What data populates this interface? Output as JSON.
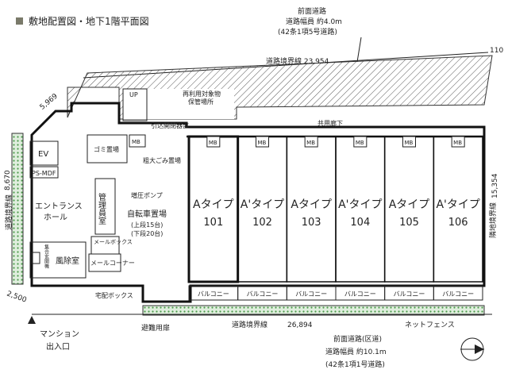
{
  "title": "敷地配置図・地下1階平面図",
  "top_road": {
    "name": "前面道路",
    "width": "道路幅員 約4.0m",
    "law": "(42条1項5号道路)"
  },
  "bottom_road": {
    "name": "前面道路(区道)",
    "width": "道路幅員 約10.1m",
    "law": "(42条1項1号道路)"
  },
  "dimensions": {
    "top_boundary": "道路境界線 23,954",
    "top_left": "5,969",
    "top_right": "110",
    "left_boundary_label": "道路境界線",
    "left_boundary_value": "8,670",
    "bottom_left": "2,500",
    "bottom_boundary_label": "道路境界線",
    "bottom_boundary_value": "26,894",
    "right_boundary_label": "隣地境界線",
    "right_boundary_value": "15,354",
    "net_fence": "ネットフェンス"
  },
  "labels": {
    "up": "UP",
    "recycle": "再利用対象物",
    "recycle2": "保管場所",
    "gate": "引込開閉器盤",
    "corridor": "共用廊下",
    "mb": "MB",
    "garbage": "ゴミ置場",
    "bulky": "粗大ごみ置場",
    "manager": "管理員室",
    "pump": "増圧ポンプ",
    "bicycle": "自転車置場",
    "bicycle_upper": "(上段15台)",
    "bicycle_lower": "(下段20台)",
    "ev": "EV",
    "psmdf": "PS-MDF",
    "entrance": "エントランス",
    "hall": "ホール",
    "mailbox": "メールボックス",
    "mail_corner": "メールコーナー",
    "shared_entry": "集合玄関機",
    "windbreak": "風除室",
    "delivery": "宅配ボックス",
    "evac_door": "避難用扉",
    "mansion_entry": "マンション",
    "mansion_entry2": "出入口",
    "balcony": "バルコニー",
    "north": "N"
  },
  "units": [
    {
      "type": "Aタイプ",
      "number": "101"
    },
    {
      "type": "A'タイプ",
      "number": "102"
    },
    {
      "type": "Aタイプ",
      "number": "103"
    },
    {
      "type": "A'タイプ",
      "number": "104"
    },
    {
      "type": "Aタイプ",
      "number": "105"
    },
    {
      "type": "A'タイプ",
      "number": "106"
    }
  ]
}
